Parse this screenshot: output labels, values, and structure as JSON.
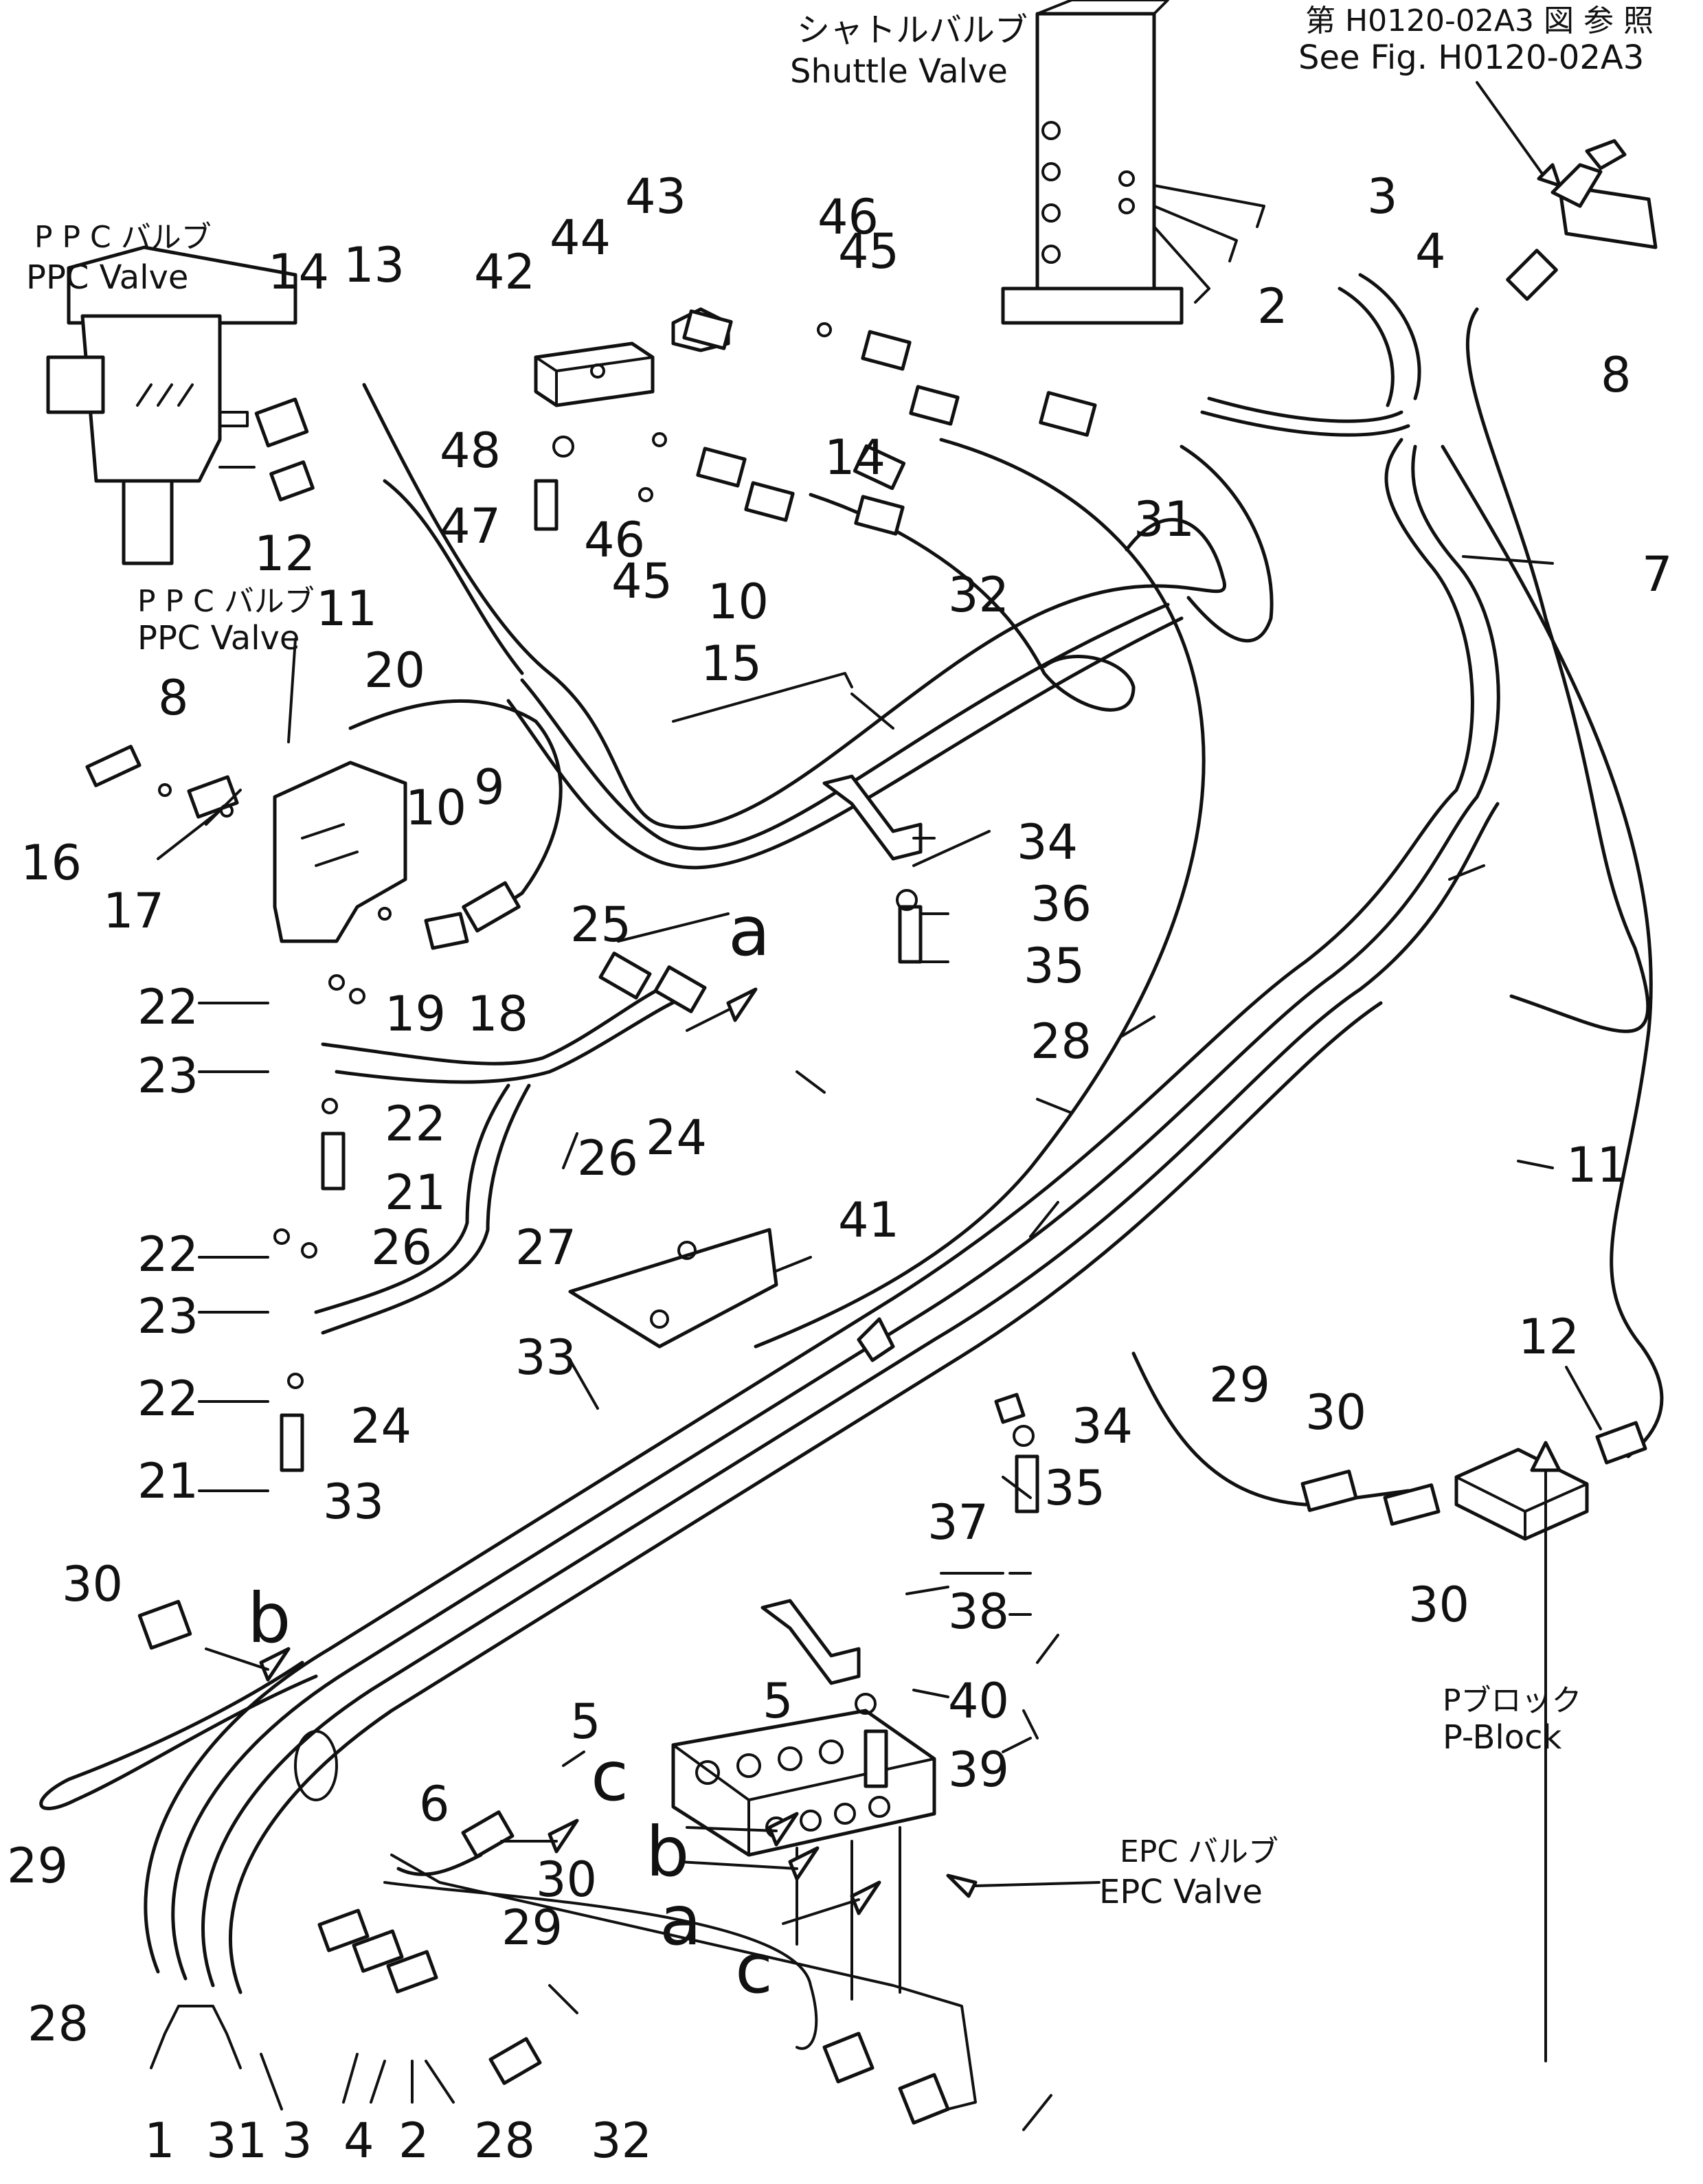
{
  "captions": {
    "shuttle_jp": "シャトルバルブ",
    "shuttle_en": "Shuttle  Valve",
    "seefig_jp": "第 H0120-02A3 図 参 照",
    "seefig_en": "See Fig. H0120-02A3",
    "ppc_top_jp": "P P C バルブ",
    "ppc_top_en": "PPC  Valve",
    "ppc_mid_jp": "P P C バルブ",
    "ppc_mid_en": "PPC  Valve",
    "pblock_jp": "Pブロック",
    "pblock_en": "P-Block",
    "epc_jp": "EPC バルブ",
    "epc_en": "EPC Valve"
  },
  "callouts": [
    "1",
    "2",
    "3",
    "4",
    "5",
    "6",
    "7",
    "8",
    "9",
    "10",
    "11",
    "12",
    "13",
    "14",
    "15",
    "16",
    "17",
    "18",
    "19",
    "20",
    "21",
    "22",
    "23",
    "24",
    "25",
    "26",
    "27",
    "28",
    "29",
    "30",
    "31",
    "32",
    "33",
    "34",
    "35",
    "36",
    "37",
    "38",
    "39",
    "40",
    "41",
    "42",
    "43",
    "44",
    "45",
    "46",
    "47",
    "48"
  ],
  "connection_letters": [
    "a",
    "b",
    "c"
  ]
}
